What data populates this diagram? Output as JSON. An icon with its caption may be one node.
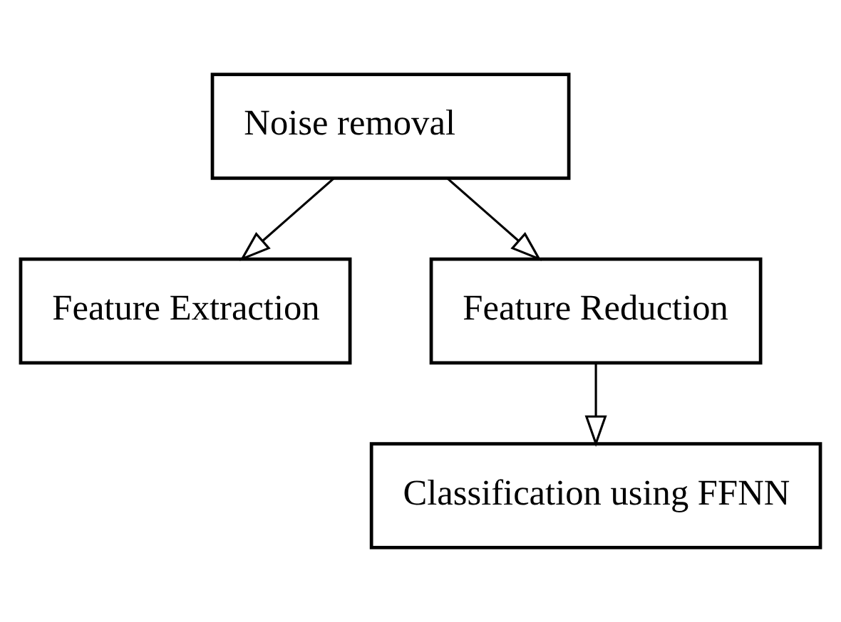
{
  "diagram": {
    "nodes": [
      {
        "text": [
          "Noise removal"
        ]
      },
      {
        "text": [
          "Feature Extraction"
        ]
      },
      {
        "text": [
          "Feature Reduction"
        ]
      },
      {
        "text": [
          "Classification using FFNN"
        ]
      }
    ],
    "edges": [
      {
        "from": 0,
        "to": 1,
        "arrow": "to"
      },
      {
        "from": 0,
        "to": 2,
        "arrow": "to"
      },
      {
        "from": 2,
        "to": 3,
        "arrow": "to"
      }
    ]
  }
}
